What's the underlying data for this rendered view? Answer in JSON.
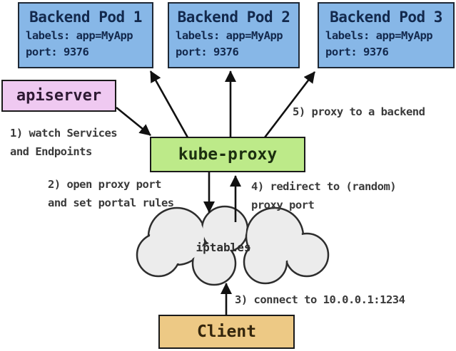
{
  "diagram_title": "kube-proxy userspace service proxy flow",
  "colors": {
    "pod_fill": "#87b7e7",
    "pod_border": "#1e2835",
    "pod_text": "#13294d",
    "apiserver_fill": "#efc9f1",
    "kubeproxy_fill": "#bdea89",
    "client_fill": "#edc985",
    "cloud_fill": "#ececec",
    "line": "#1a1a1a"
  },
  "nodes": {
    "pods": [
      {
        "title": "Backend Pod 1",
        "labels_line": "labels: app=MyApp",
        "port_line": "port: 9376"
      },
      {
        "title": "Backend Pod 2",
        "labels_line": "labels: app=MyApp",
        "port_line": "port: 9376"
      },
      {
        "title": "Backend Pod 3",
        "labels_line": "labels: app=MyApp",
        "port_line": "port: 9376"
      }
    ],
    "apiserver": {
      "label": "apiserver"
    },
    "kube_proxy": {
      "label": "kube-proxy"
    },
    "iptables": {
      "label": "iptables"
    },
    "client": {
      "label": "Client"
    }
  },
  "annotations": {
    "step1": "1) watch Services\nand Endpoints",
    "step2": "2) open proxy port\nand set portal rules",
    "step3": "3) connect to 10.0.0.1:1234",
    "step4": "4) redirect to (random)\nproxy port",
    "step5": "5) proxy to a backend"
  }
}
